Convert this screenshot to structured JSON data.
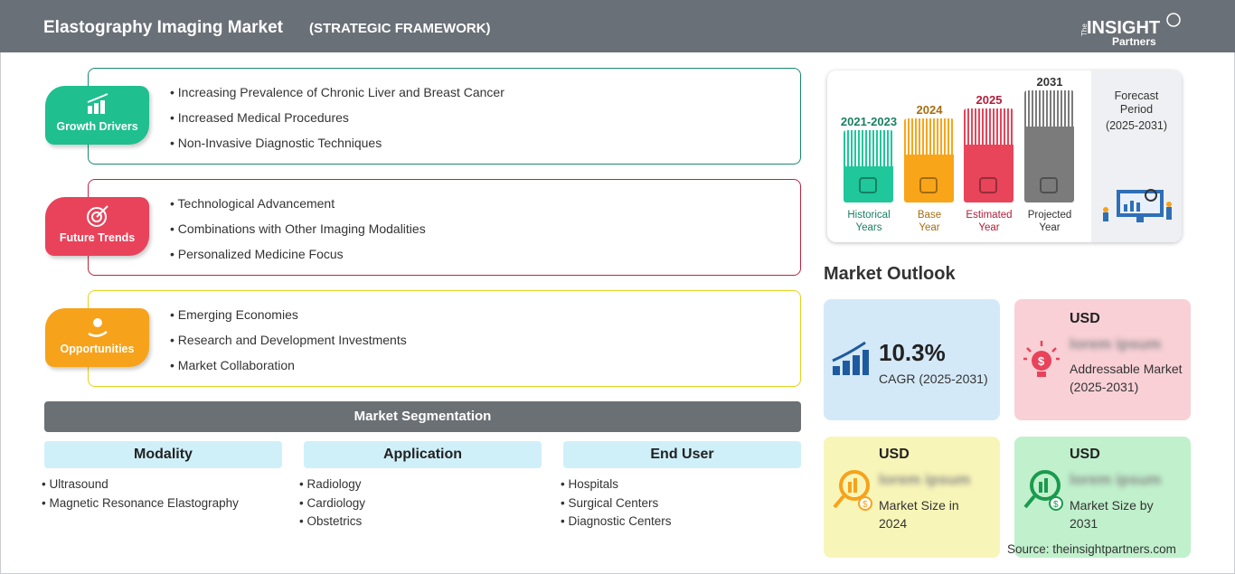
{
  "header": {
    "title": "Elastography Imaging Market",
    "subtitle": "(STRATEGIC FRAMEWORK)",
    "logo_text": "The INSIGHT Partners"
  },
  "sections": [
    {
      "label": "Growth Drivers",
      "color": "#1fbf8f",
      "items": [
        "Increasing Prevalence of Chronic Liver and Breast Cancer",
        "Increased Medical Procedures",
        "Non-Invasive Diagnostic Techniques"
      ]
    },
    {
      "label": "Future Trends",
      "color": "#e8435a",
      "items": [
        "Technological Advancement",
        "Combinations with Other Imaging Modalities",
        "Personalized Medicine Focus"
      ]
    },
    {
      "label": "Opportunities",
      "color": "#f7a21b",
      "items": [
        "Emerging Economies",
        "Research and Development Investments",
        "Market Collaboration"
      ]
    }
  ],
  "segmentation": {
    "title": "Market Segmentation",
    "columns": [
      {
        "header": "Modality",
        "items": [
          "Ultrasound",
          "Magnetic Resonance Elastography"
        ]
      },
      {
        "header": "Application",
        "items": [
          "Radiology",
          "Cardiology",
          "Obstetrics"
        ]
      },
      {
        "header": "End User",
        "items": [
          "Hospitals",
          "Surgical Centers",
          "Diagnostic Centers"
        ]
      }
    ]
  },
  "timeline": {
    "bars": [
      {
        "year": "2021-2023",
        "caption1": "Historical",
        "caption2": "Years",
        "color": "#1fc79a",
        "text_color": "#1a7f63",
        "icon": "history-icon"
      },
      {
        "year": "2024",
        "caption1": "Base",
        "caption2": "Year",
        "color": "#f9a51a",
        "text_color": "#a66d10",
        "icon": "calendar-icon"
      },
      {
        "year": "2025",
        "caption1": "Estimated",
        "caption2": "Year",
        "color": "#e8445a",
        "text_color": "#b01e3a",
        "icon": "presentation-gear-icon"
      },
      {
        "year": "2031",
        "caption1": "Projected",
        "caption2": "Year",
        "color": "#7b7b7b",
        "text_color": "#333333",
        "icon": "chart-board-icon"
      }
    ],
    "forecast_line1": "Forecast",
    "forecast_line2": "Period",
    "forecast_range": "(2025-2031)"
  },
  "outlook": {
    "title": "Market Outlook",
    "cagr": {
      "value": "10.3%",
      "label": "CAGR (2025-2031)",
      "color": "#d4e9f7"
    },
    "addressable": {
      "currency": "USD",
      "value": "lorem ipsum",
      "label": "Addressable Market (2025-2031)",
      "color": "#f8d0d6"
    },
    "size_2024": {
      "currency": "USD",
      "value": "lorem ipsum",
      "label": "Market Size in 2024",
      "color": "#f8f5b8"
    },
    "size_2031": {
      "currency": "USD",
      "value": "lorem ipsum",
      "label": "Market Size by 2031",
      "color": "#c0f0cc"
    }
  },
  "source": "Source: theinsightpartners.com"
}
